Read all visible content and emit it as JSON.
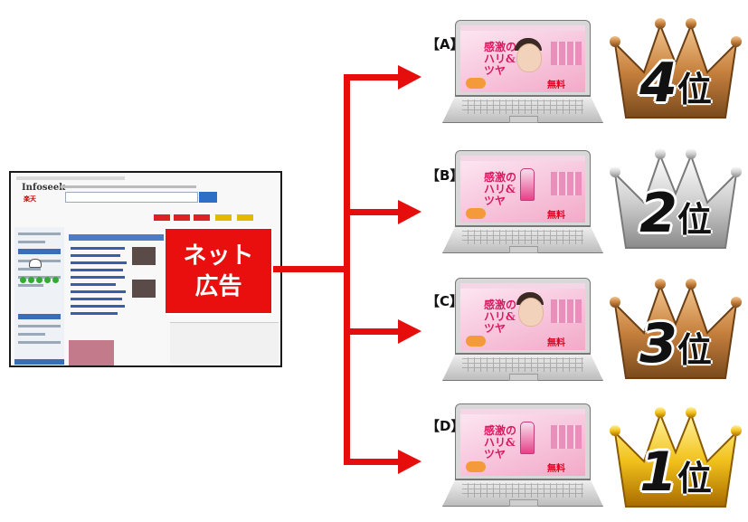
{
  "site_screenshot": {
    "logo_text": "Infoseek",
    "logo_subtext": "楽天"
  },
  "ad_label": {
    "line1": "ネット",
    "line2": "広告"
  },
  "ad_creative": {
    "headline_line1": "感激の",
    "headline_line2": "ハリ&",
    "headline_line3": "ツヤ",
    "badge": "無料"
  },
  "variants": [
    {
      "label": "【A】",
      "rank_number": "4",
      "rank_unit": "位",
      "crown_color": "bronze"
    },
    {
      "label": "【B】",
      "rank_number": "2",
      "rank_unit": "位",
      "crown_color": "silver"
    },
    {
      "label": "【C】",
      "rank_number": "3",
      "rank_unit": "位",
      "crown_color": "bronze"
    },
    {
      "label": "【D】",
      "rank_number": "1",
      "rank_unit": "位",
      "crown_color": "gold"
    }
  ],
  "colors": {
    "arrow_red": "#e60d0d",
    "gold": "#f2c21b",
    "silver": "#cfcfcf",
    "bronze": "#c7813e"
  }
}
